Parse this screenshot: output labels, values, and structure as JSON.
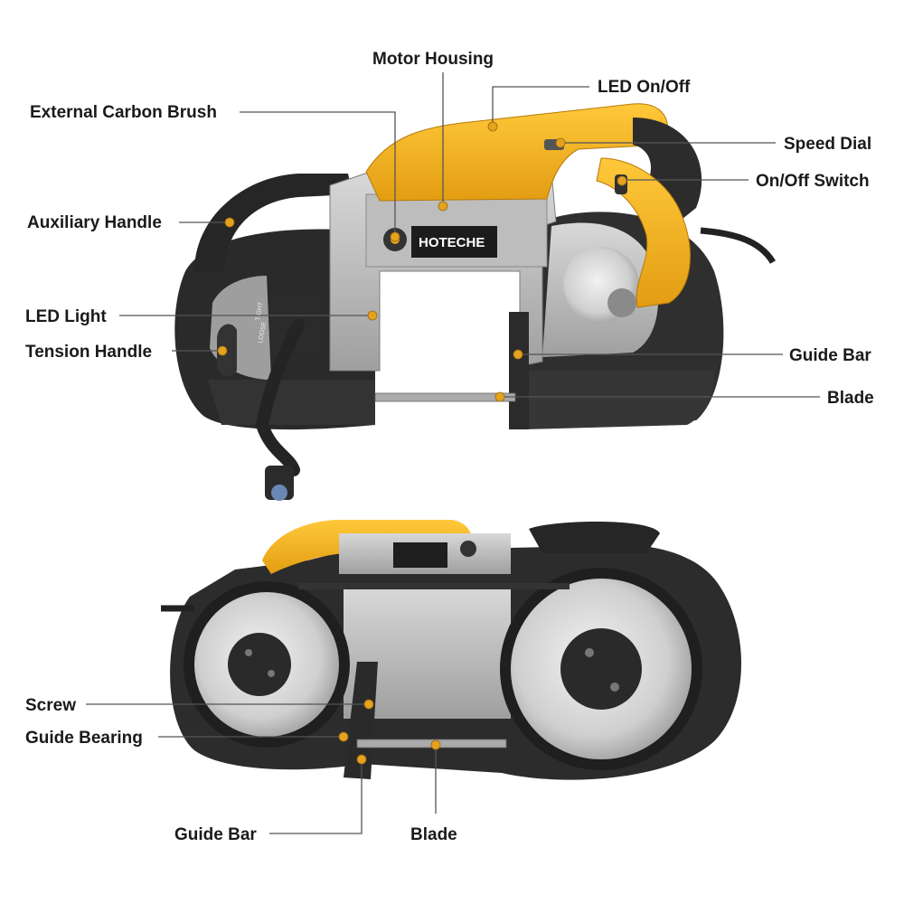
{
  "brand": "HOTECHE",
  "colors": {
    "accent": "#f1b324",
    "body_dark": "#2b2b2b",
    "housing": "#b9b9b9"
  },
  "top_view": {
    "labels": {
      "motor_housing": "Motor Housing",
      "led_on_off": "LED On/Off",
      "external_carbon_brush": "External Carbon Brush",
      "speed_dial": "Speed Dial",
      "on_off_switch": "On/Off Switch",
      "auxiliary_handle": "Auxiliary Handle",
      "led_light": "LED Light",
      "tension_handle": "Tension Handle",
      "guide_bar": "Guide Bar",
      "blade": "Blade"
    },
    "tension_marks": {
      "tight": "TIGHT",
      "loose": "LOOSE"
    }
  },
  "bottom_view": {
    "labels": {
      "screw": "Screw",
      "guide_bearing": "Guide Bearing",
      "guide_bar": "Guide Bar",
      "blade": "Blade"
    }
  }
}
